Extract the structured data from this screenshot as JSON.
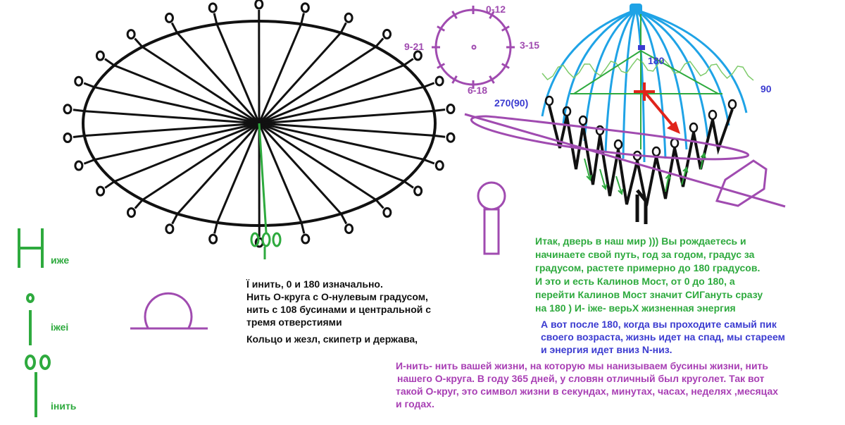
{
  "colors": {
    "black": "#111111",
    "green": "#2eaa3e",
    "purple": "#a04bb0",
    "blue_line": "#1fa3e6",
    "blue_text": "#3b3bd0",
    "red": "#e0241a",
    "light_green": "#7ecb6b"
  },
  "clock": {
    "top": "0-12",
    "right": "3-15",
    "bottom": "6-18",
    "left": "9-21"
  },
  "globe": {
    "label_180": "180",
    "label_90": "90",
    "label_270": "270(90)"
  },
  "legend": {
    "letter_n": "иже",
    "letter_i": "іжеі",
    "letter_ini": "інить"
  },
  "texts": {
    "black_block": [
      "Ї инить, 0 и 180 изначально.",
      "Нить О-круга с О-нулевым градусом,",
      "нить с 108 бусинами и центральной с",
      "тремя отверстиями",
      " Кольцо и жезл, скипетр и держава,"
    ],
    "green_block": [
      "Итак, дверь в наш мир ))) Вы рождаетесь и",
      "начинаете свой путь, год за годом, градус за",
      "градусом, растете примерно до 180 градусов.",
      "И это и есть Калинов Мост, от 0 до 180, а",
      "перейти Калинов Мост значит СИГануть сразу",
      "на 180 )  И- іже- верьХ жизненная энергия"
    ],
    "blue_block": [
      "А вот после 180, когда вы проходите самый пик",
      "своего возраста, жизнь идет на спад, мы стареем",
      "и энергия идет вниз N-низ."
    ],
    "purple_block": [
      "И-нить- нить вашей жизни, на которую мы нанизываем бусины жизни, нить",
      "нашего О-круга. В году 365 дней, у словян отличный был кругoлет. Так вот",
      "такой О-круг, это символ жизни в секундах, минутах, часах, неделях ,месяцах",
      "и годах."
    ]
  }
}
